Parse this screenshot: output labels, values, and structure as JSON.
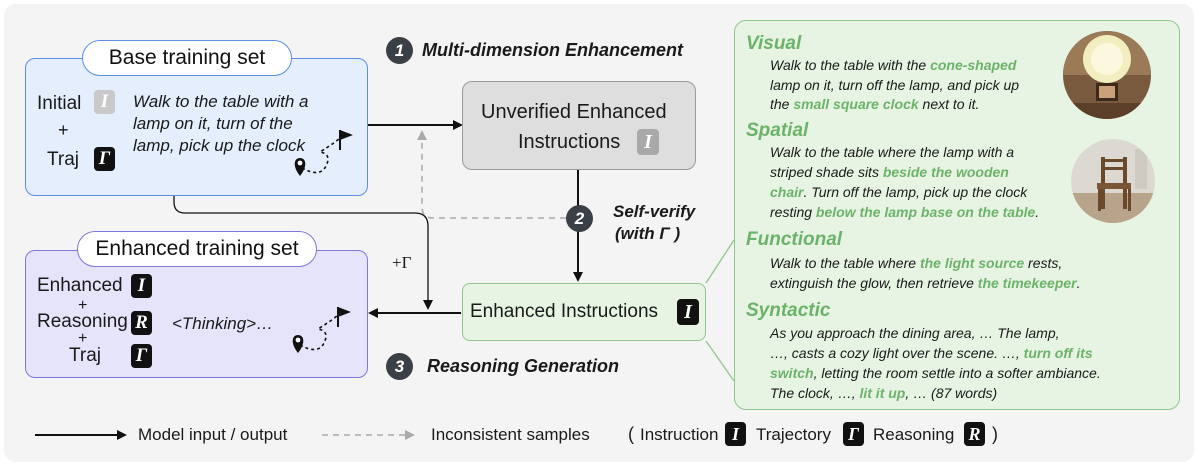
{
  "base": {
    "title": "Base training set",
    "initial_label": "Initial",
    "plus": "+",
    "traj_label": "Traj",
    "instruction_lines": [
      "Walk to the table with a",
      "lamp on it, turn of the",
      "lamp, pick up the clock"
    ]
  },
  "enhanced_set": {
    "title": "Enhanced training set",
    "enhanced_label": "Enhanced",
    "plus": "+",
    "reasoning_label": "Reasoning",
    "traj_label": "Traj",
    "thinking": "<Thinking>…"
  },
  "steps": {
    "s1_num": "1",
    "s1_label": "Multi-dimension Enhancement",
    "s2_num": "2",
    "s2_label_line1": "Self-verify",
    "s2_label_line2": "(with Γ )",
    "s3_num": "3",
    "s3_label": "Reasoning Generation",
    "plus_gamma": "+Γ"
  },
  "unverified": {
    "line1": "Unverified Enhanced",
    "line2": "Instructions"
  },
  "enhanced_instr": {
    "label": "Enhanced Instructions"
  },
  "symbols": {
    "instr": "I",
    "traj": "Γ",
    "reason": "R"
  },
  "panel": {
    "visual": {
      "title": "Visual",
      "l1a": "Walk to the table with the ",
      "l1g": "cone-shaped",
      "l2": "lamp on it, turn off the lamp, and pick up",
      "l3a": "the ",
      "l3g": "small square clock",
      "l3b": " next to it."
    },
    "spatial": {
      "title": "Spatial",
      "l1": "Walk to the table where the lamp with a",
      "l2a": "striped shade sits ",
      "l2g": "beside the wooden",
      "l3g": "chair",
      "l3b": ". Turn off the lamp, pick up the clock",
      "l4a": "resting ",
      "l4g": "below the lamp base on the table",
      "l4b": "."
    },
    "functional": {
      "title": "Functional",
      "l1a": "Walk to the table where ",
      "l1g": "the light source",
      "l1b": " rests,",
      "l2a": "extinguish the glow, then retrieve ",
      "l2g": "the timekeeper",
      "l2b": "."
    },
    "syntactic": {
      "title": "Syntactic",
      "l1": "As you approach the dining area, … The lamp,",
      "l2a": "…, casts a cozy light over the scene. …, ",
      "l2g": "turn off its",
      "l3g": "switch",
      "l3b": ", letting the room settle into a softer ambiance.",
      "l4a": "The clock, …, ",
      "l4g": "lit it up",
      "l4b": ", … (87 words)"
    }
  },
  "legend": {
    "model_io": "Model input / output",
    "inconsistent": "Inconsistent samples",
    "open_paren": "(",
    "instruction": "Instruction",
    "trajectory": "Trajectory",
    "reasoning": "Reasoning",
    "close_paren": ")"
  },
  "colors": {
    "blue_fill": "#e4eefc",
    "blue_border": "#5b8ee6",
    "purple_fill": "#e6e4fb",
    "purple_border": "#7e77dc",
    "green_fill": "#e7f4e3",
    "green_border": "#8fc88b",
    "gray_fill": "#dedede",
    "gray_border": "#9a9a9a",
    "green_text": "#6cb36a"
  }
}
